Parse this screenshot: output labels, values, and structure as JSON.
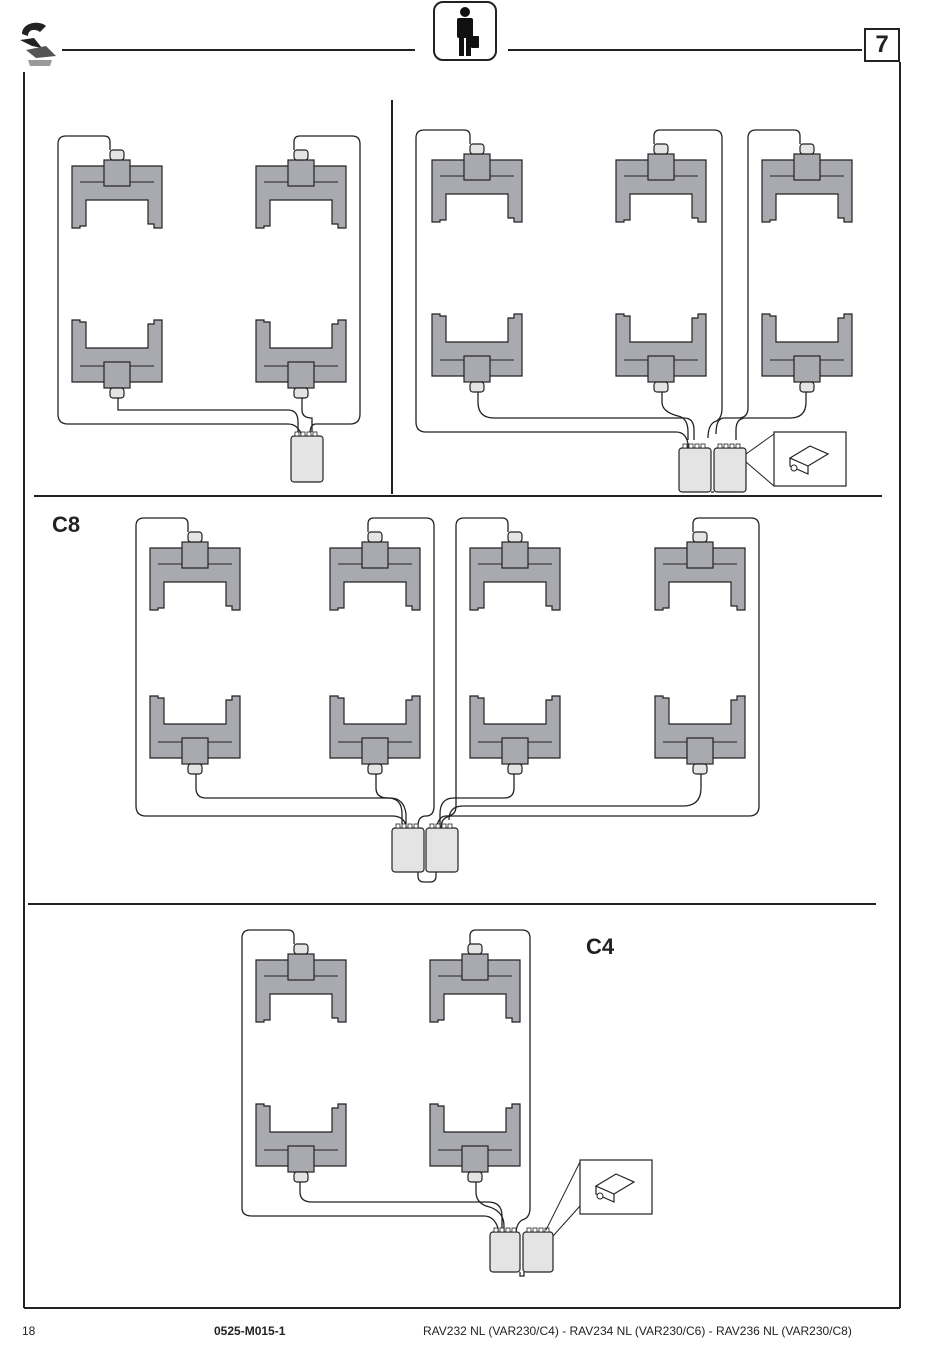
{
  "header": {
    "page_badge": "7",
    "person_icon": "person-standing-icon",
    "logo_icon": "brand-logo-icon"
  },
  "sections": {
    "c8_label": "C8",
    "c4_label": "C4"
  },
  "footer": {
    "page_number": "18",
    "doc_code": "0525-M015-1",
    "models": "RAV232 NL (VAR230/C4) - RAV234 NL (VAR230/C6) - RAV236 NL (VAR230/C8)"
  },
  "colors": {
    "arm_fill": "#a9a9b0",
    "box_fill": "#e4e4e4",
    "line": "#222222"
  }
}
